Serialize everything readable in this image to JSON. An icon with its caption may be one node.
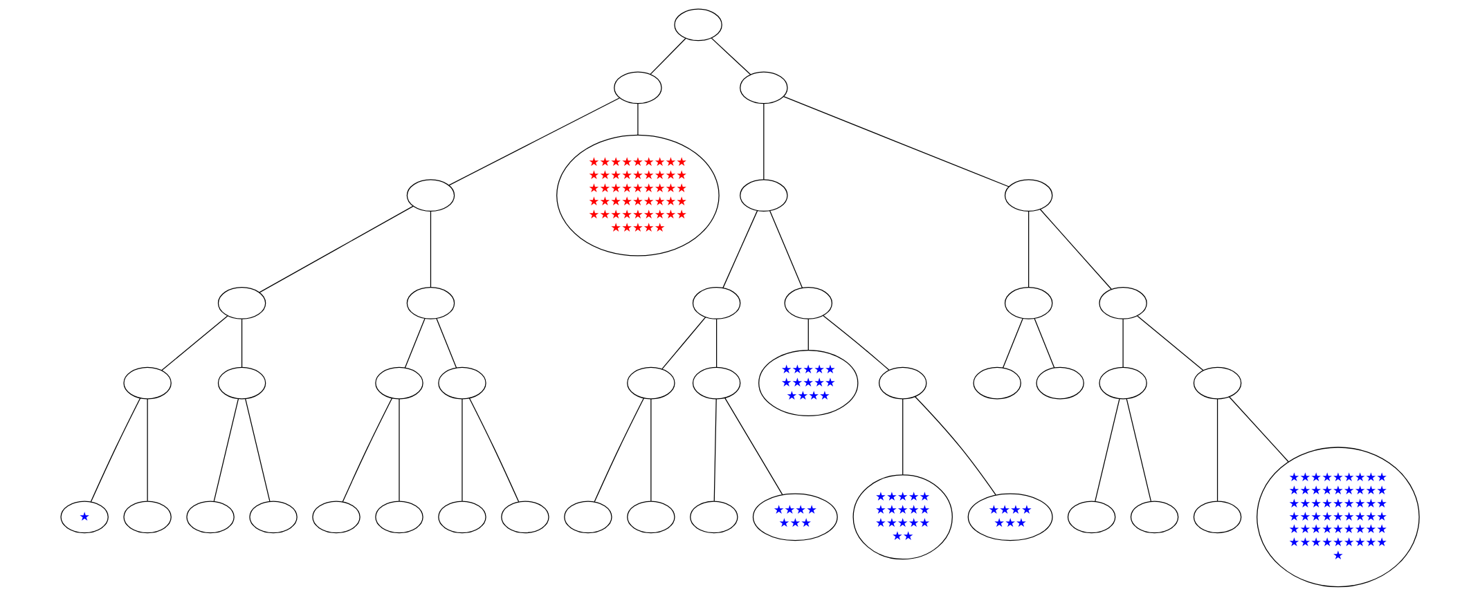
{
  "diagram": {
    "nodes": [
      {
        "text": [],
        "shape": "ellipse"
      },
      {
        "text": [],
        "shape": "ellipse"
      },
      {
        "text": [],
        "shape": "ellipse"
      },
      {
        "text": [],
        "shape": "ellipse"
      },
      {
        "text": [
          "★★★★★★★★★ ★★★★★★★★★ ★★★★★★★★★ ★★★★★★★★★ ★★★★★★★★★ ★★★★★"
        ]
      },
      {
        "text": [],
        "shape": "ellipse"
      },
      {
        "text": [],
        "shape": "ellipse"
      },
      {
        "text": [],
        "shape": "ellipse"
      },
      {
        "text": [],
        "shape": "ellipse"
      },
      {
        "text": [],
        "shape": "ellipse"
      },
      {
        "text": [],
        "shape": "ellipse"
      },
      {
        "text": [],
        "shape": "ellipse"
      },
      {
        "text": [],
        "shape": "ellipse"
      },
      {
        "text": [],
        "shape": "ellipse"
      },
      {
        "text": [],
        "shape": "ellipse"
      },
      {
        "text": [],
        "shape": "ellipse"
      },
      {
        "text": [],
        "shape": "ellipse"
      },
      {
        "text": [],
        "shape": "ellipse"
      },
      {
        "text": [],
        "shape": "ellipse"
      },
      {
        "text": [
          "★★★★★ ★★★★★ ★★★★"
        ]
      },
      {
        "text": [],
        "shape": "ellipse"
      },
      {
        "text": [],
        "shape": "ellipse"
      },
      {
        "text": [],
        "shape": "ellipse"
      },
      {
        "text": [],
        "shape": "ellipse"
      },
      {
        "text": [],
        "shape": "ellipse"
      },
      {
        "text": [
          "★"
        ]
      },
      {
        "text": [],
        "shape": "ellipse"
      },
      {
        "text": [],
        "shape": "ellipse"
      },
      {
        "text": [],
        "shape": "ellipse"
      },
      {
        "text": [],
        "shape": "ellipse"
      },
      {
        "text": [],
        "shape": "ellipse"
      },
      {
        "text": [],
        "shape": "ellipse"
      },
      {
        "text": [],
        "shape": "ellipse"
      },
      {
        "text": [],
        "shape": "ellipse"
      },
      {
        "text": [],
        "shape": "ellipse"
      },
      {
        "text": [],
        "shape": "ellipse"
      },
      {
        "text": [
          "★★★★ ★★★"
        ]
      },
      {
        "text": [
          "★★★★★ ★★★★★ ★★★★★ ★★"
        ]
      },
      {
        "text": [
          "★★★★ ★★★"
        ]
      },
      {
        "text": [],
        "shape": "ellipse"
      },
      {
        "text": [],
        "shape": "ellipse"
      },
      {
        "text": [],
        "shape": "ellipse"
      },
      {
        "text": [
          "★★★★★★★★★ ★★★★★★★★★ ★★★★★★★★★ ★★★★★★★★★ ★★★★★★★★★ ★★★★★★★★★ ★"
        ]
      }
    ],
    "edges": [
      {
        "from": 0,
        "to": 1,
        "arrow": "none"
      },
      {
        "from": 0,
        "to": 2,
        "arrow": "none"
      },
      {
        "from": 1,
        "to": 3,
        "arrow": "none"
      },
      {
        "from": 1,
        "to": 4,
        "arrow": "none"
      },
      {
        "from": 2,
        "to": 5,
        "arrow": "none"
      },
      {
        "from": 2,
        "to": 6,
        "arrow": "none"
      },
      {
        "from": 3,
        "to": 7,
        "arrow": "none"
      },
      {
        "from": 3,
        "to": 8,
        "arrow": "none"
      },
      {
        "from": 5,
        "to": 9,
        "arrow": "none"
      },
      {
        "from": 5,
        "to": 10,
        "arrow": "none"
      },
      {
        "from": 6,
        "to": 11,
        "arrow": "none"
      },
      {
        "from": 6,
        "to": 12,
        "arrow": "none"
      },
      {
        "from": 7,
        "to": 13,
        "arrow": "none"
      },
      {
        "from": 7,
        "to": 14,
        "arrow": "none"
      },
      {
        "from": 8,
        "to": 15,
        "arrow": "none"
      },
      {
        "from": 8,
        "to": 16,
        "arrow": "none"
      },
      {
        "from": 9,
        "to": 17,
        "arrow": "none"
      },
      {
        "from": 9,
        "to": 18,
        "arrow": "none"
      },
      {
        "from": 10,
        "to": 19,
        "arrow": "none"
      },
      {
        "from": 10,
        "to": 20,
        "arrow": "none"
      },
      {
        "from": 11,
        "to": 21,
        "arrow": "none"
      },
      {
        "from": 11,
        "to": 22,
        "arrow": "none"
      },
      {
        "from": 12,
        "to": 23,
        "arrow": "none"
      },
      {
        "from": 12,
        "to": 24,
        "arrow": "none"
      },
      {
        "from": 13,
        "to": 25,
        "arrow": "none"
      },
      {
        "from": 13,
        "to": 26,
        "arrow": "none"
      },
      {
        "from": 14,
        "to": 27,
        "arrow": "none"
      },
      {
        "from": 14,
        "to": 28,
        "arrow": "none"
      },
      {
        "from": 15,
        "to": 29,
        "arrow": "none"
      },
      {
        "from": 15,
        "to": 30,
        "arrow": "none"
      },
      {
        "from": 16,
        "to": 31,
        "arrow": "none"
      },
      {
        "from": 16,
        "to": 32,
        "arrow": "none"
      },
      {
        "from": 17,
        "to": 33,
        "arrow": "none"
      },
      {
        "from": 17,
        "to": 34,
        "arrow": "none"
      },
      {
        "from": 18,
        "to": 35,
        "arrow": "none"
      },
      {
        "from": 18,
        "to": 36,
        "arrow": "none"
      },
      {
        "from": 20,
        "to": 37,
        "arrow": "none"
      },
      {
        "from": 20,
        "to": 38,
        "arrow": "none"
      },
      {
        "from": 23,
        "to": 39,
        "arrow": "none"
      },
      {
        "from": 23,
        "to": 40,
        "arrow": "none"
      },
      {
        "from": 24,
        "to": 41,
        "arrow": "none"
      },
      {
        "from": 24,
        "to": 42,
        "arrow": "none"
      }
    ]
  }
}
